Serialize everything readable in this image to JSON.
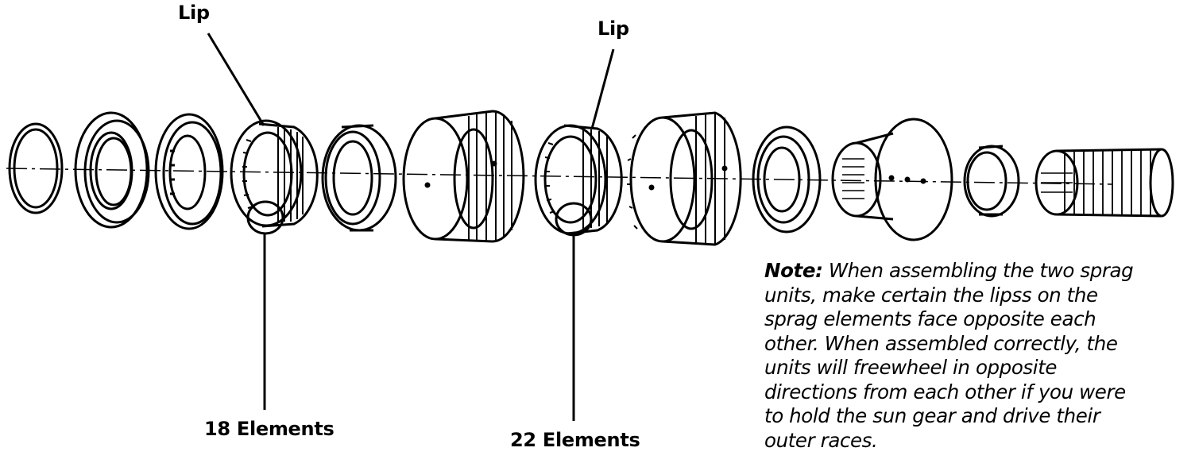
{
  "callouts": {
    "lip_left": "Lip",
    "lip_right": "Lip",
    "elements_left": "18 Elements",
    "elements_right": "22 Elements"
  },
  "note": {
    "lead": "Note:",
    "lines": [
      "When assembling the two sprag",
      "units, make certain the lipss on the",
      "sprag elements face opposite each",
      "other. When assembled correctly, the",
      "units will freewheel in opposite",
      "directions from each other if you were",
      "to hold the sun gear and drive their",
      "outer races."
    ]
  }
}
